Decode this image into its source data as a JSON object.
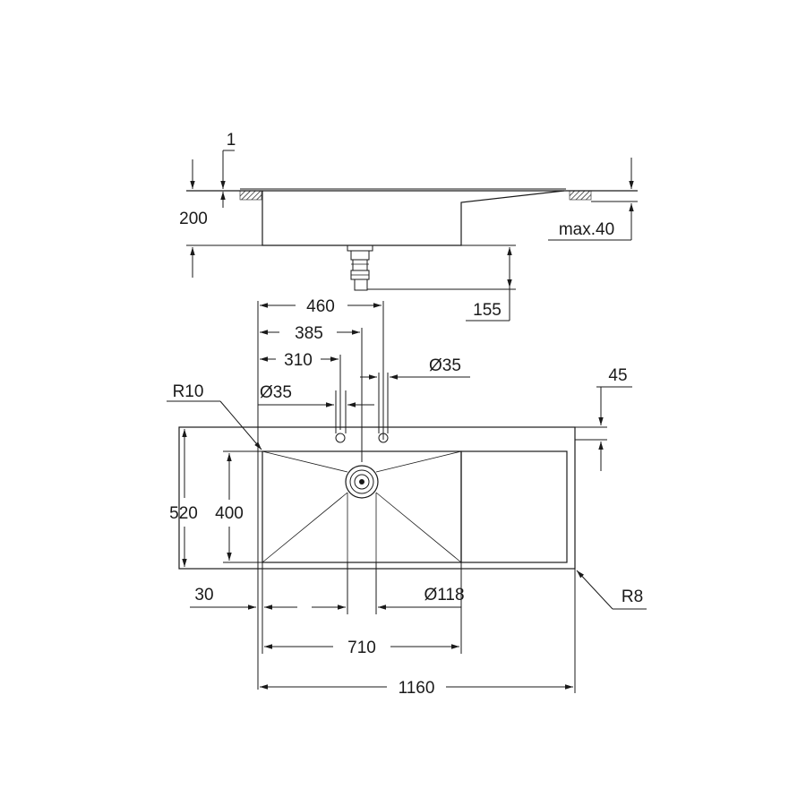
{
  "side_view": {
    "dim_thickness": "1",
    "dim_depth": "200",
    "dim_worktop_max": "max.40",
    "dim_siphon": "155"
  },
  "top_view": {
    "dim_460": "460",
    "dim_385": "385",
    "dim_310": "310",
    "dim_tap_hole_right": "Ø35",
    "dim_tap_hole_left": "Ø35",
    "dim_radius_inner": "R10",
    "dim_45": "45",
    "dim_width_outer": "520",
    "dim_width_bowl": "400",
    "dim_30": "30",
    "dim_drain": "Ø118",
    "dim_radius_outer": "R8",
    "dim_bowl_length": "710",
    "dim_total_length": "1160"
  }
}
